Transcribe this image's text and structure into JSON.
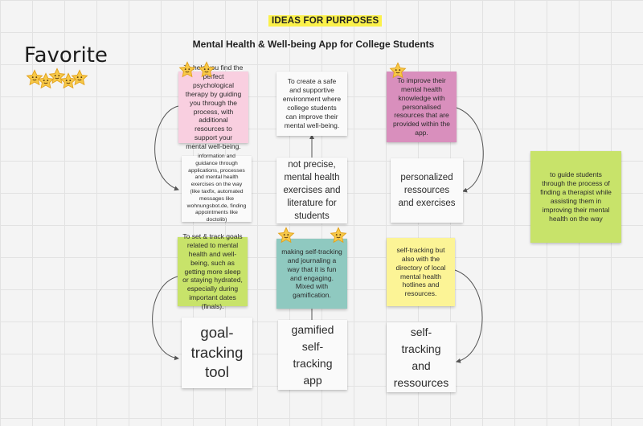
{
  "header": {
    "tag": "IDEAS FOR PURPOSES",
    "subtitle": "Mental Health & Well-being App for College Students"
  },
  "favorite_label": "Favorite",
  "notes": {
    "purpose_therapy": "To help you find the perfect psychological therapy by guiding you through the process, with additional resources to support your mental well-being.",
    "purpose_safe_env": "To create a safe and supportive environment where college students can improve their mental well-being.",
    "purpose_knowledge": "To improve their mental health knowledge with personalised resources that are provided within the app.",
    "info_guidance": "information and guidance through applications, processes and mental health exercises on the way (like taxfix, automated messages like wohnungsbot.de, finding appointments like doctolib)",
    "not_precise": "not precise, mental health exercises and literature for students",
    "personalized": "personalized ressources and exercises",
    "side_guide": "to guide students through the process of finding a therapist while assisting them in improving their mental health on the way",
    "set_track_goals": "To set & track goals related to mental health and well-being, such as getting more sleep or staying hydrated, especially during important dates (finals).",
    "self_tracking_fun": "making self-tracking and journaling a way that it is fun and engaging. Mixed with gamification.",
    "self_tracking_directory": "self-tracking but also with the directory of local mental health hotlines and resources.",
    "goal_tracking_tool": "goal-tracking tool",
    "gamified_app": "gamified self-tracking app",
    "self_tracking_resources": "self-tracking and ressources"
  },
  "colors": {
    "highlight": "#fbf14a",
    "pink": "#f9cfe0",
    "magenta": "#d98fbd",
    "lime": "#c8e36a",
    "teal": "#8fc9c0",
    "yellow": "#fcf496",
    "white_note": "#fafafa",
    "star": "#f7c948"
  },
  "icons": {
    "vote": "star-emoji-icon"
  }
}
